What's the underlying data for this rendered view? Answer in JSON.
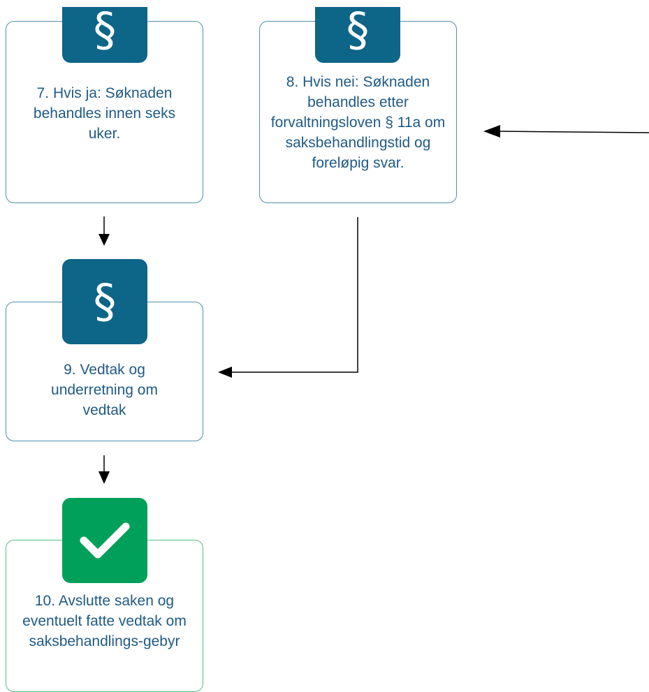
{
  "steps": [
    {
      "id": "step-7",
      "text": "7. Hvis ja: Søknaden behandles innen seks uker.",
      "icon": "paragraph-icon",
      "icon_glyph": "§",
      "color": "#0d6588"
    },
    {
      "id": "step-8",
      "text": "8. Hvis nei: Søknaden behandles etter forvaltningsloven § 11a om saksbehandlingstid og foreløpig svar.",
      "icon": "paragraph-icon",
      "icon_glyph": "§",
      "color": "#0d6588"
    },
    {
      "id": "step-9",
      "text": "9. Vedtak og underretning om vedtak",
      "icon": "paragraph-icon",
      "icon_glyph": "§",
      "color": "#0d6588"
    },
    {
      "id": "step-10",
      "text": "10. Avslutte saken og eventuelt fatte vedtak om saksbehandlings-gebyr",
      "icon": "checkmark-icon",
      "icon_glyph": "",
      "color": "#00a05a"
    }
  ],
  "connections": [
    {
      "from": "step-7",
      "to": "step-9"
    },
    {
      "from": "step-8",
      "to": "step-9"
    },
    {
      "from": "step-9",
      "to": "step-10"
    },
    {
      "from": "offscreen-right",
      "to": "step-8"
    }
  ]
}
